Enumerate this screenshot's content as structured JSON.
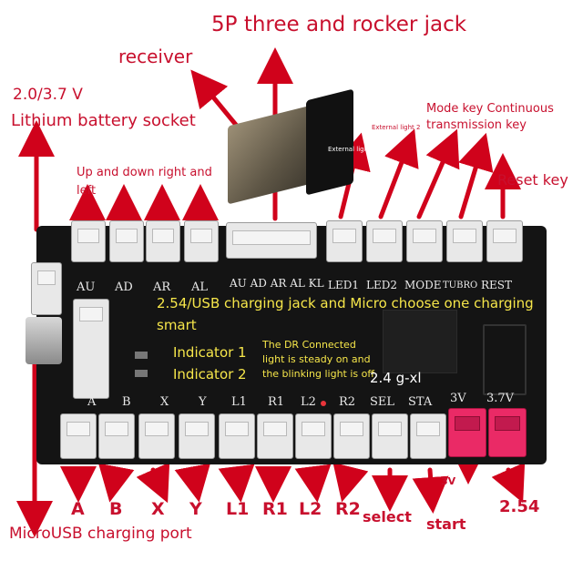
{
  "callouts": {
    "rocker_jack": "5P three and rocker jack",
    "receiver": "receiver",
    "voltage": "2.0/3.7 V",
    "battery_socket": "Lithium battery socket",
    "external_light_2": "External light 2",
    "external_light_1": "External light 1",
    "mode_key": "Mode key Continuous",
    "transmission_key": "transmission key",
    "reset_key": "Reset key",
    "updown_1": "Up and down right and",
    "updown_2": "left",
    "charging_jack": "2.54/USB charging jack and Micro choose one charging",
    "charging_jack_2": "smart",
    "indicator_1": "Indicator 1",
    "indicator_2": "Indicator 2",
    "dr_note_1": "The DR Connected",
    "dr_note_2": "light is steady on and",
    "dr_note_3": "the blinking light is off",
    "wireless": "2.4 g-xl",
    "microusb_port": "MicroUSB charging port"
  },
  "silkscreen_top": [
    "AU",
    "AD",
    "AR",
    "AL",
    "AU AD AR AL KL",
    "LED1",
    "LED2",
    "MODE",
    "TUBRO",
    "REST"
  ],
  "silkscreen_bottom": [
    "A",
    "B",
    "X",
    "Y",
    "L1",
    "R1",
    "L2",
    "R2",
    "SEL",
    "STA",
    "3V",
    "3.7V"
  ],
  "bottom_labels": [
    "A",
    "B",
    "X",
    "Y",
    "L1",
    "R1",
    "L2",
    "R2",
    "select",
    "start",
    "3V",
    "2.54"
  ],
  "colors": {
    "arrow": "#d0021b",
    "callout_text": "#c8102e",
    "board": "#141414",
    "pink_connector": "#ea2a66",
    "overlay_text": "#f6e64a"
  }
}
